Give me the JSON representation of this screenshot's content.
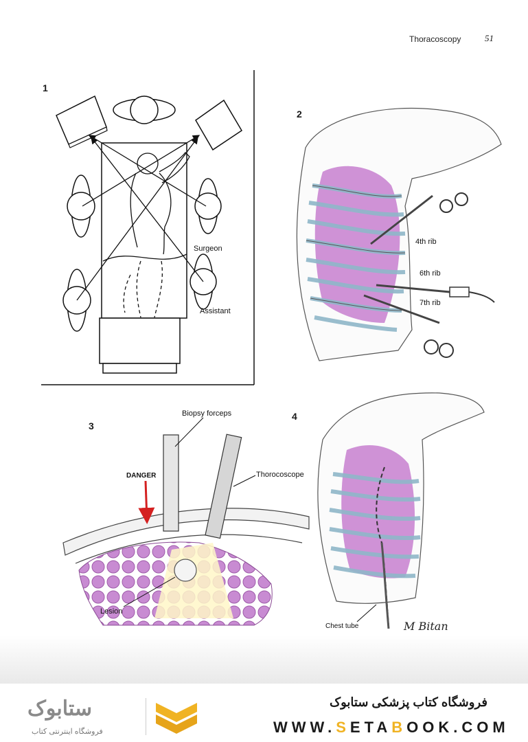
{
  "header": {
    "running_title": "Thoracoscopy",
    "page_number": "51"
  },
  "figures": {
    "fig1": {
      "number": "1",
      "label_surgeon": "Surgeon",
      "label_assistant": "Assistant"
    },
    "fig2": {
      "number": "2",
      "rib_4": "4th rib",
      "rib_6": "6th rib",
      "rib_7": "7th rib"
    },
    "fig3": {
      "number": "3",
      "biopsy_forceps": "Biopsy forceps",
      "danger": "DANGER",
      "thoracoscope": "Thorocoscope",
      "lesion": "Lesion"
    },
    "fig4": {
      "number": "4",
      "chest_tube": "Chest tube",
      "signature": "M Bitan"
    }
  },
  "footer": {
    "shop_name": "فروشگاه کتاب پزشکی ستابوک",
    "url_part1": "WWW.",
    "url_s": "S",
    "url_part2": "ETA",
    "url_b": "B",
    "url_part3": "OOK.COM",
    "logo_text": "ستابوک",
    "logo_subtext": "فروشگاه اینترنتی کتاب"
  },
  "colors": {
    "lung_purple": "#c77fcf",
    "danger_red": "#d42020",
    "accent_yellow": "#f0b323",
    "rib_blue": "#8fb7c9"
  }
}
